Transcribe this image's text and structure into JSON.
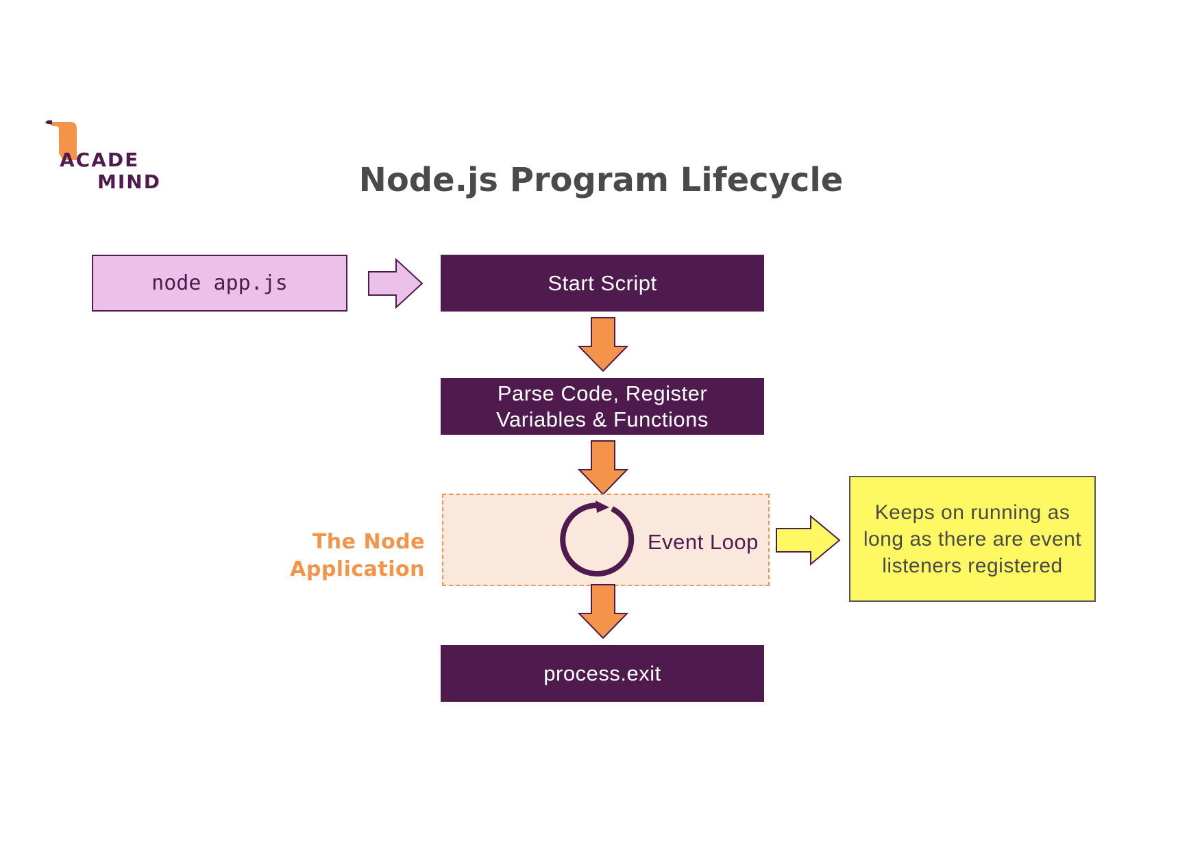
{
  "logo": {
    "line1": "ACADE",
    "line2": "MIND"
  },
  "title": "Node.js Program Lifecycle",
  "nodes": {
    "command": "node app.js",
    "start": "Start Script",
    "parse": "Parse Code, Register Variables & Functions",
    "event_loop": "Event Loop",
    "exit": "process.exit"
  },
  "region_label": "The Node Application",
  "note": "Keeps on running as long as there are event listeners registered",
  "colors": {
    "primary_purple": "#4f1a4d",
    "light_purple": "#ebc1ea",
    "orange": "#f3944a",
    "peach": "#fbe8dc",
    "yellow": "#fef962",
    "title_gray": "#4a4a4a"
  },
  "icons": {
    "logo": "academind-logo-icon",
    "loop": "circular-arrow-icon",
    "arrow_right": "arrow-right-icon",
    "arrow_down": "arrow-down-icon"
  }
}
